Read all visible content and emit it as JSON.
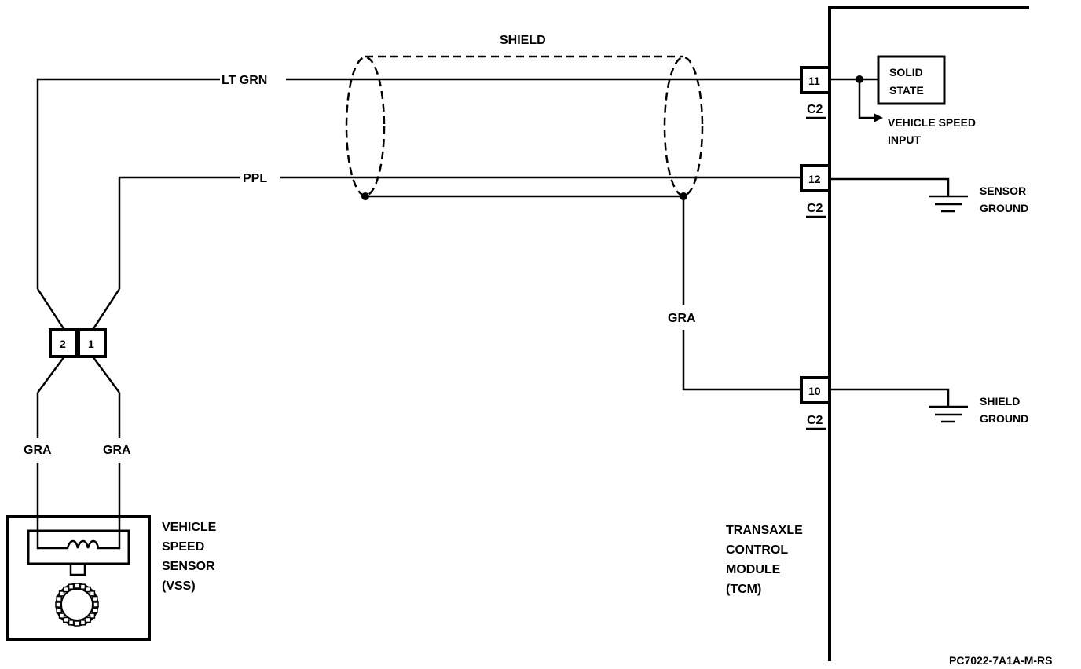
{
  "wires": {
    "lt_grn": "LT GRN",
    "ppl": "PPL",
    "shield": "SHIELD",
    "gra_drain": "GRA",
    "gra_left": "GRA",
    "gra_right": "GRA"
  },
  "vss_connector": {
    "pin2": "2",
    "pin1": "1"
  },
  "tcm_pins": [
    {
      "number": "11",
      "connector": "C2"
    },
    {
      "number": "12",
      "connector": "C2"
    },
    {
      "number": "10",
      "connector": "C2"
    }
  ],
  "solid_state": {
    "line1": "SOLID",
    "line2": "STATE"
  },
  "vehicle_speed_input": {
    "line1": "VEHICLE SPEED",
    "line2": "INPUT"
  },
  "sensor_ground": {
    "line1": "SENSOR",
    "line2": "GROUND"
  },
  "shield_ground": {
    "line1": "SHIELD",
    "line2": "GROUND"
  },
  "vss": {
    "line1": "VEHICLE",
    "line2": "SPEED",
    "line3": "SENSOR",
    "line4": "(VSS)"
  },
  "tcm": {
    "line1": "TRANSAXLE",
    "line2": "CONTROL",
    "line3": "MODULE",
    "line4": "(TCM)"
  },
  "figure_code": "PC7022-7A1A-M-RS"
}
